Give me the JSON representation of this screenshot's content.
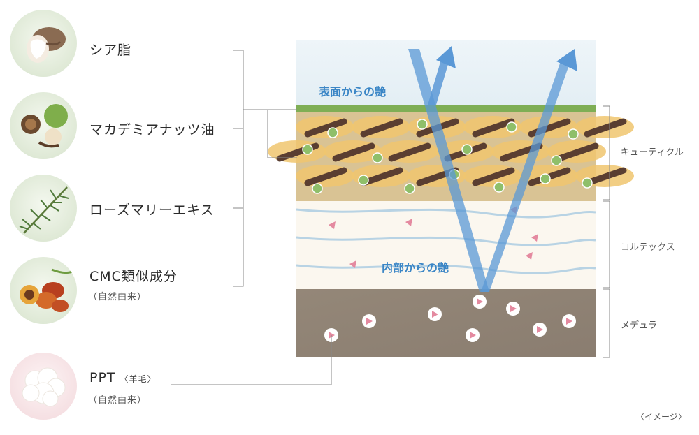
{
  "ingredients": [
    {
      "name": "シア脂",
      "sub": "",
      "icon": "shea-nut-icon"
    },
    {
      "name": "マカデミアナッツ油",
      "sub": "",
      "icon": "macadamia-nut-icon"
    },
    {
      "name": "ローズマリーエキス",
      "sub": "",
      "icon": "rosemary-icon"
    },
    {
      "name": "CMC類似成分",
      "sub": "（自然由来）",
      "icon": "palm-fruit-icon"
    },
    {
      "name": "PPT",
      "name_suffix": "〈羊毛〉",
      "sub": "（自然由来）",
      "icon": "wool-icon"
    }
  ],
  "hair_layers": [
    {
      "name": "キューティクル",
      "color": "#e7c98b"
    },
    {
      "name": "コルテックス",
      "color": "#fbf7ef"
    },
    {
      "name": "メデュラ",
      "color": "#8f8275"
    }
  ],
  "shine_labels": {
    "surface": "表面からの艶",
    "inner": "内部からの艶"
  },
  "note": "〈イメージ〉",
  "colors": {
    "sky": "#e6f0f6",
    "arrow_blue": "#5a98d6",
    "particle_green": "#8fbf6a",
    "particle_brown": "#5a3e31",
    "pink_triangle": "#e48aa0"
  }
}
